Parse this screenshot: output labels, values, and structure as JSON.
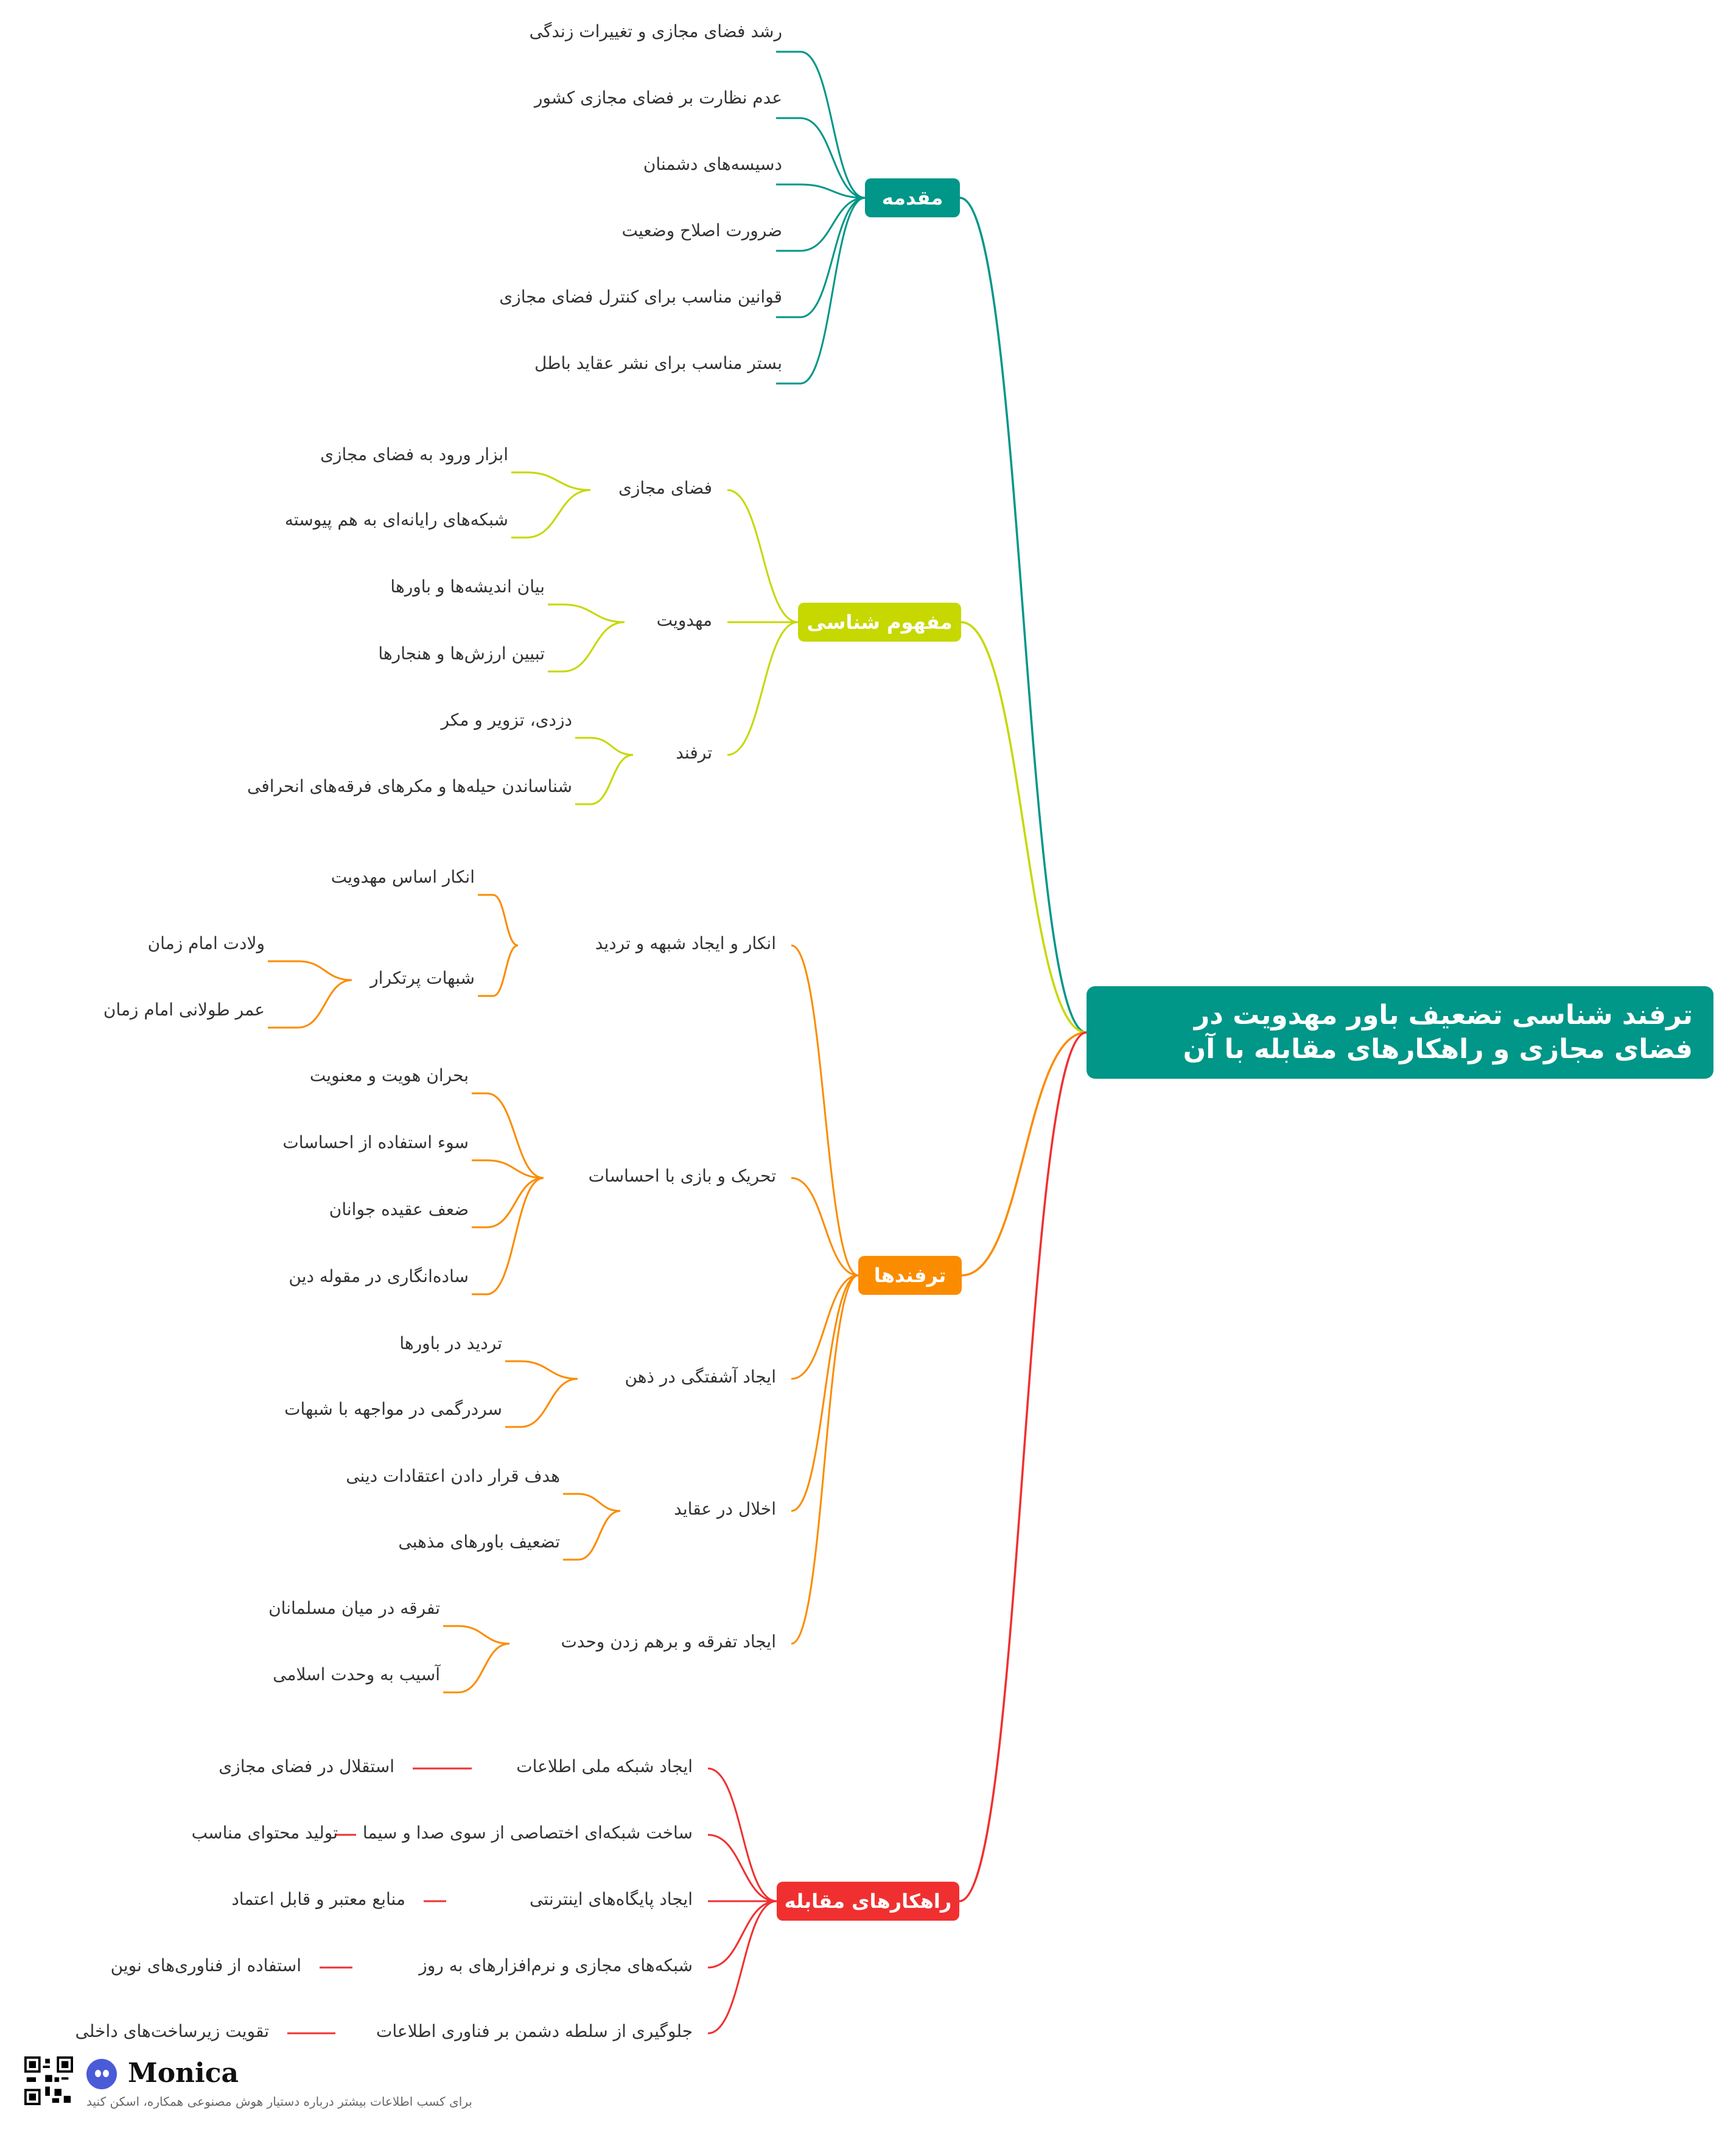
{
  "root": {
    "title": "ترفند شناسی تضعیف باور مهدویت در فضای مجازی و راهکارهای مقابله با آن",
    "color": "#009688"
  },
  "branches": [
    {
      "label": "مقدمه",
      "color": "#009688",
      "children": [
        {
          "label": "رشد فضای مجازی و تغییرات زندگی",
          "children": []
        },
        {
          "label": "عدم نظارت بر فضای مجازی کشور",
          "children": []
        },
        {
          "label": "دسیسه‌های دشمنان",
          "children": []
        },
        {
          "label": "ضرورت اصلاح وضعیت",
          "children": []
        },
        {
          "label": "قوانین مناسب برای کنترل فضای مجازی",
          "children": []
        },
        {
          "label": "بستر مناسب برای نشر عقاید باطل",
          "children": []
        }
      ]
    },
    {
      "label": "مفهوم شناسی",
      "color": "#c6d800",
      "children": [
        {
          "label": "فضای مجازی",
          "children": [
            {
              "label": "ابزار ورود به فضای مجازی",
              "children": []
            },
            {
              "label": "شبکه‌های رایانه‌ای به هم پیوسته",
              "children": []
            }
          ]
        },
        {
          "label": "مهدویت",
          "children": [
            {
              "label": "بیان اندیشه‌ها و باورها",
              "children": []
            },
            {
              "label": "تبیین ارزش‌ها و هنجارها",
              "children": []
            }
          ]
        },
        {
          "label": "ترفند",
          "children": [
            {
              "label": "دزدی، تزویر و مکر",
              "children": []
            },
            {
              "label": "شناساندن حیله‌ها و مکرهای فرقه‌های انحرافی",
              "children": []
            }
          ]
        }
      ]
    },
    {
      "label": "ترفندها",
      "color": "#fb8c00",
      "children": [
        {
          "label": "انکار و ایجاد شبهه و تردید",
          "children": [
            {
              "label": "انکار اساس مهدویت",
              "children": []
            },
            {
              "label": "شبهات پرتکرار",
              "children": [
                {
                  "label": "ولادت امام زمان"
                },
                {
                  "label": "عمر طولانی امام زمان"
                }
              ]
            }
          ]
        },
        {
          "label": "تحریک و بازی با احساسات",
          "children": [
            {
              "label": "بحران هویت و معنویت",
              "children": []
            },
            {
              "label": "سوء استفاده از احساسات",
              "children": []
            },
            {
              "label": "ضعف عقیده جوانان",
              "children": []
            },
            {
              "label": "ساده‌انگاری در مقوله دین",
              "children": []
            }
          ]
        },
        {
          "label": "ایجاد آشفتگی در ذهن",
          "children": [
            {
              "label": "تردید در باورها",
              "children": []
            },
            {
              "label": "سردرگمی در مواجهه با شبهات",
              "children": []
            }
          ]
        },
        {
          "label": "اخلال در عقاید",
          "children": [
            {
              "label": "هدف قرار دادن اعتقادات دینی",
              "children": []
            },
            {
              "label": "تضعیف باورهای مذهبی",
              "children": []
            }
          ]
        },
        {
          "label": "ایجاد تفرقه و برهم زدن وحدت",
          "children": [
            {
              "label": "تفرقه در میان مسلمانان",
              "children": []
            },
            {
              "label": "آسیب به وحدت اسلامی",
              "children": []
            }
          ]
        }
      ]
    },
    {
      "label": "راهکارهای مقابله",
      "color": "#f03030",
      "children": [
        {
          "label": "ایجاد شبکه ملی اطلاعات",
          "children": [
            {
              "label": "استقلال در فضای مجازی",
              "children": []
            }
          ]
        },
        {
          "label": "ساخت شبکه‌ای اختصاصی از سوی صدا و سیما",
          "children": [
            {
              "label": "تولید محتوای مناسب",
              "children": []
            }
          ]
        },
        {
          "label": "ایجاد پایگاه‌های اینترنتی",
          "children": [
            {
              "label": "منابع معتبر و قابل اعتماد",
              "children": []
            }
          ]
        },
        {
          "label": "شبکه‌های مجازی و نرم‌افزارهای به روز",
          "children": [
            {
              "label": "استفاده از فناوری‌های نوین",
              "children": []
            }
          ]
        },
        {
          "label": "جلوگیری از سلطه دشمن بر فناوری اطلاعات",
          "children": [
            {
              "label": "تقویت زیرساخت‌های داخلی",
              "children": []
            }
          ]
        }
      ]
    }
  ],
  "footer": {
    "brand": "Monica",
    "caption": "برای کسب اطلاعات بیشتر درباره دستیار هوش مصنوعی همکاره، اسکن کنید",
    "icons": [
      "qr-code-icon",
      "monica-logo-icon"
    ]
  }
}
